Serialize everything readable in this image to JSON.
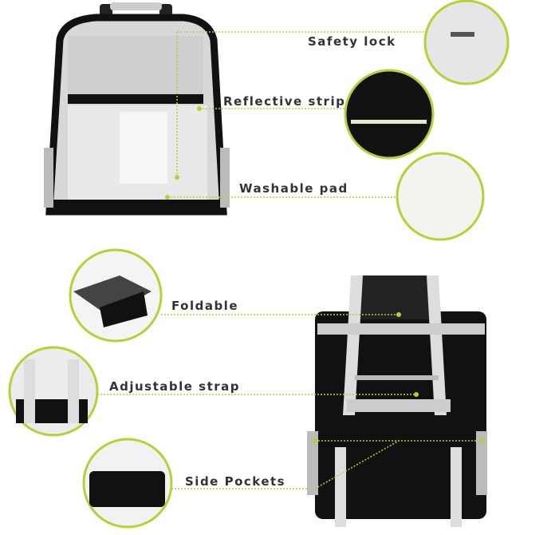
{
  "accent_color": "#b2d235",
  "features": {
    "safety_lock": "Safety lock",
    "reflective_strip": "Reflective strip",
    "washable_pad": "Washable pad",
    "foldable": "Foldable",
    "adjustable_strap": "Adjustable strap",
    "side_pockets": "Side Pockets"
  }
}
